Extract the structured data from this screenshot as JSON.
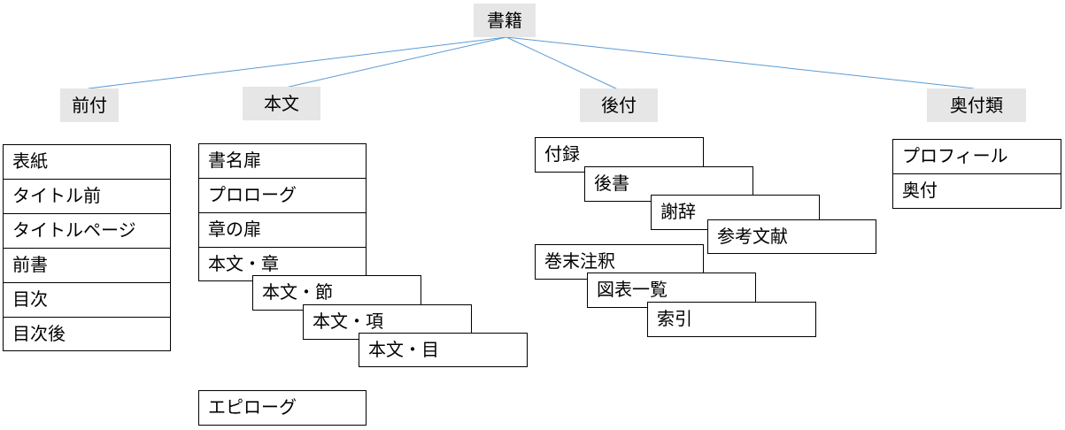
{
  "root": "書籍",
  "categories": {
    "front": "前付",
    "body": "本文",
    "back": "後付",
    "colophon": "奥付類"
  },
  "front_items": [
    "表紙",
    "タイトル前",
    "タイトルページ",
    "前書",
    "目次",
    "目次後"
  ],
  "body_items": [
    "書名扉",
    "プロローグ",
    "章の扉",
    "本文・章",
    "本文・節",
    "本文・項",
    "本文・目",
    "エピローグ"
  ],
  "back_items": [
    "付録",
    "後書",
    "謝辞",
    "参考文献",
    "巻末注釈",
    "図表一覧",
    "索引"
  ],
  "colophon_items": [
    "プロフィール",
    "奥付"
  ],
  "colors": {
    "connector": "#5b9bd5",
    "header_bg": "#e6e6e6",
    "border": "#000000"
  }
}
